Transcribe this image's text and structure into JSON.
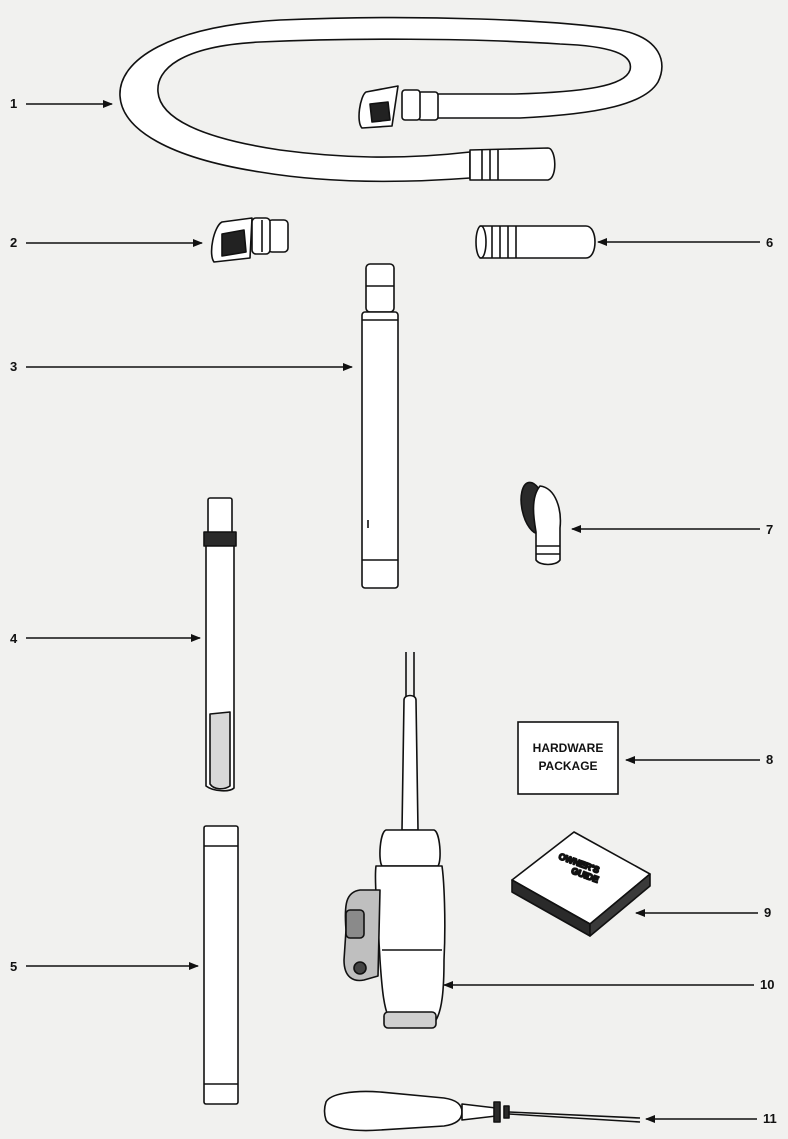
{
  "callouts": {
    "c1": "1",
    "c2": "2",
    "c3": "3",
    "c4": "4",
    "c5": "5",
    "c6": "6",
    "c7": "7",
    "c8": "8",
    "c9": "9",
    "c10": "10",
    "c11": "11"
  },
  "hardware_package": {
    "line1": "HARDWARE",
    "line2": "PACKAGE"
  },
  "owners_guide": {
    "line1": "OWNER'S",
    "line2": "GUIDE"
  },
  "colors": {
    "ink": "#111111",
    "paper": "#f1f1ef",
    "fill": "#ffffff",
    "shade": "#bfbfbf"
  }
}
